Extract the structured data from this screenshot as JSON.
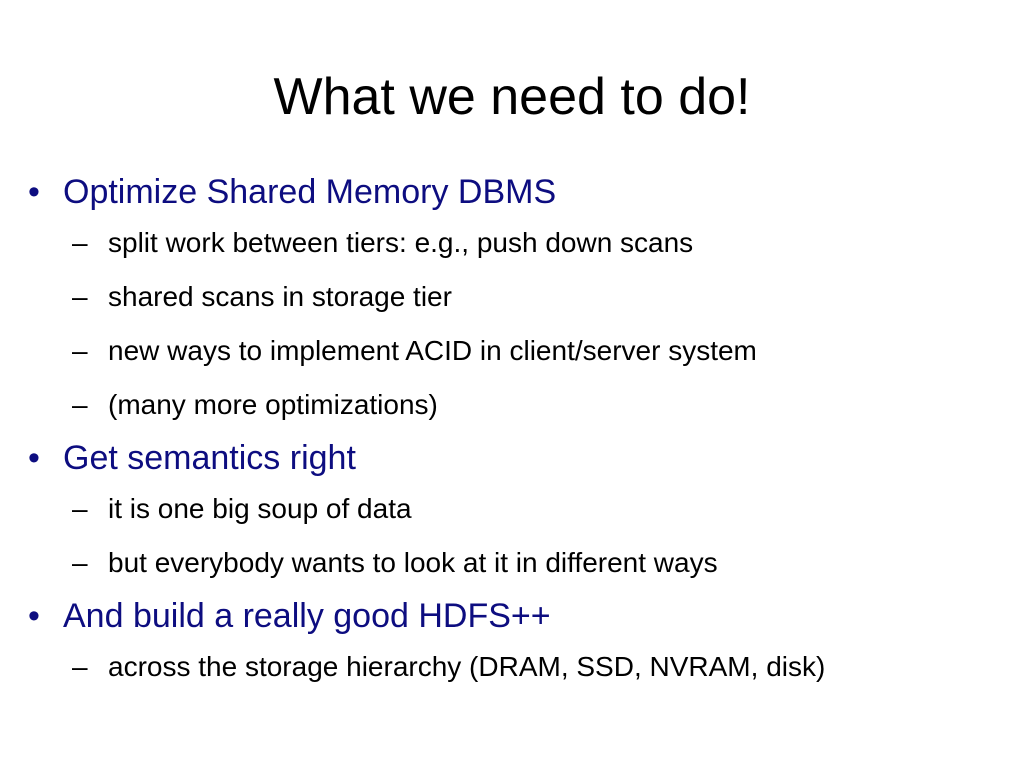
{
  "slide": {
    "title": "What we need to do!",
    "bullets": [
      {
        "text": "Optimize Shared Memory DBMS",
        "subitems": [
          "split work between tiers: e.g., push down scans",
          "shared scans in storage tier",
          "new ways to implement ACID in client/server system",
          "(many more optimizations)"
        ]
      },
      {
        "text": "Get semantics right",
        "subitems": [
          "it is one big soup of data",
          "but everybody wants to look at it in different ways"
        ]
      },
      {
        "text": "And build a really good HDFS++",
        "subitems": [
          "across the storage hierarchy (DRAM, SSD, NVRAM, disk)"
        ]
      }
    ],
    "colors": {
      "bullet_text": "#0d0d80",
      "sub_text": "#000000",
      "background": "#ffffff"
    }
  }
}
